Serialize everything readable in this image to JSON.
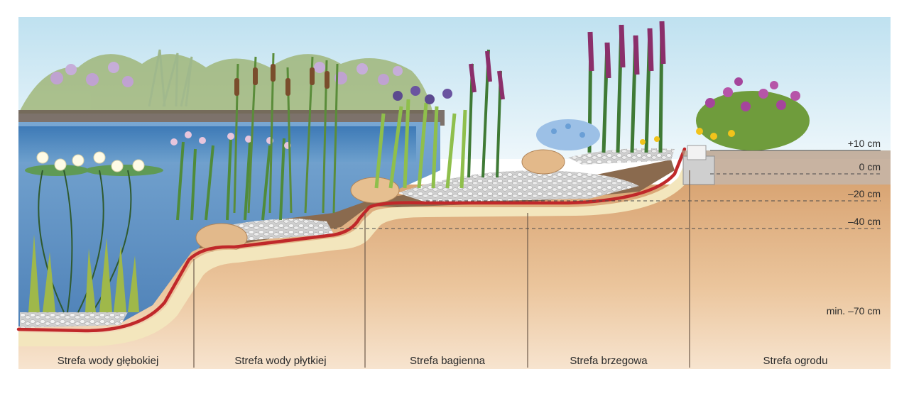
{
  "depth_markers": [
    {
      "id": "plus10",
      "label": "+10 cm"
    },
    {
      "id": "zero",
      "label": "0 cm"
    },
    {
      "id": "minus20",
      "label": "–20 cm"
    },
    {
      "id": "minus40",
      "label": "–40 cm"
    },
    {
      "id": "min70",
      "label": "min. –70 cm"
    }
  ],
  "zones": [
    {
      "id": "deep",
      "label": "Strefa wody głębokiej"
    },
    {
      "id": "shallow",
      "label": "Strefa wody płytkiej"
    },
    {
      "id": "marsh",
      "label": "Strefa bagienna"
    },
    {
      "id": "bank",
      "label": "Strefa brzegowa"
    },
    {
      "id": "garden",
      "label": "Strefa ogrodu"
    }
  ],
  "colors": {
    "sky": "#cfe6f2",
    "water": "#5f93c4",
    "soil": "#e3b48a",
    "liner": "#c0282a",
    "fleece": "#f3e6bd",
    "pebbles": "#e8e8e8",
    "mud": "#7a5a42"
  }
}
